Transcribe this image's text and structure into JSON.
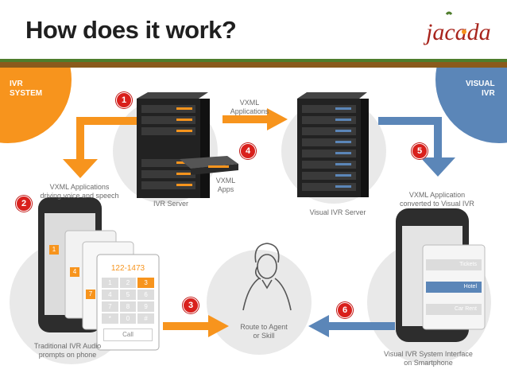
{
  "title": "How does it work?",
  "logo_text": "jacada",
  "colors": {
    "orange": "#f7941d",
    "blue": "#5b86b8",
    "badge_red": "#d9201c",
    "green_band": "#4e7d2c",
    "brown_band": "#8a5a1c"
  },
  "corners": {
    "ivr_system": [
      "IVR",
      "SYSTEM"
    ],
    "visual_ivr": [
      "VISUAL",
      "IVR"
    ]
  },
  "badges": [
    "1",
    "2",
    "3",
    "4",
    "5",
    "6"
  ],
  "labels": {
    "vxml_applications": [
      "VXML",
      "Applications"
    ],
    "vxml_apps": [
      "VXML",
      "Apps"
    ],
    "ivr_server": "IVR Server",
    "visual_ivr_server": "Visual IVR Server",
    "vxml_driving": [
      "VXML Applications",
      "driving voice and speech"
    ],
    "vxml_converted": [
      "VXML Application",
      "converted to Visual IVR"
    ],
    "traditional_ivr": [
      "Traditional IVR Audio",
      "prompts on phone"
    ],
    "route_to_agent": [
      "Route to Agent",
      "or Skill"
    ],
    "visual_ivr_interface": [
      "Visual IVR System Interface",
      "on Smartphone"
    ]
  },
  "phone_keypad": {
    "number": "122-1473",
    "call": "Call",
    "keys": [
      "1",
      "2",
      "3",
      "4",
      "5",
      "6",
      "7",
      "8",
      "9",
      "*",
      "0",
      "#"
    ],
    "highlighted": [
      "1",
      "4",
      "7",
      "3"
    ]
  },
  "smartphone_menu": [
    "Tickets",
    "Hotel",
    "Car Rent"
  ]
}
